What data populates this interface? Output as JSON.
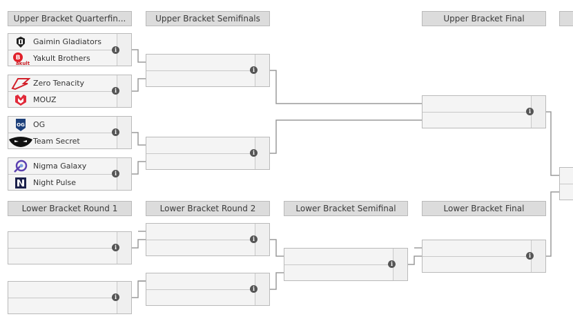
{
  "headers": {
    "ub_qf": "Upper Bracket Quarterfin...",
    "ub_sf": "Upper Bracket Semifinals",
    "ub_f": "Upper Bracket Final",
    "lb_r1": "Lower Bracket Round 1",
    "lb_r2": "Lower Bracket Round 2",
    "lb_sf": "Lower Bracket Semifinal",
    "lb_f": "Lower Bracket Final"
  },
  "matches": {
    "qf1": {
      "team1": "Gaimin Gladiators",
      "team2": "Yakult Brothers"
    },
    "qf2": {
      "team1": "Zero Tenacity",
      "team2": "MOUZ"
    },
    "qf3": {
      "team1": "OG",
      "team2": "Team Secret"
    },
    "qf4": {
      "team1": "Nigma Galaxy",
      "team2": "Night Pulse"
    }
  },
  "info_symbol": "i",
  "colors": {
    "line": "#9a9a9a",
    "header_bg": "#dcdcdc",
    "box_bg": "#f4f4f4",
    "info": "#555555"
  }
}
